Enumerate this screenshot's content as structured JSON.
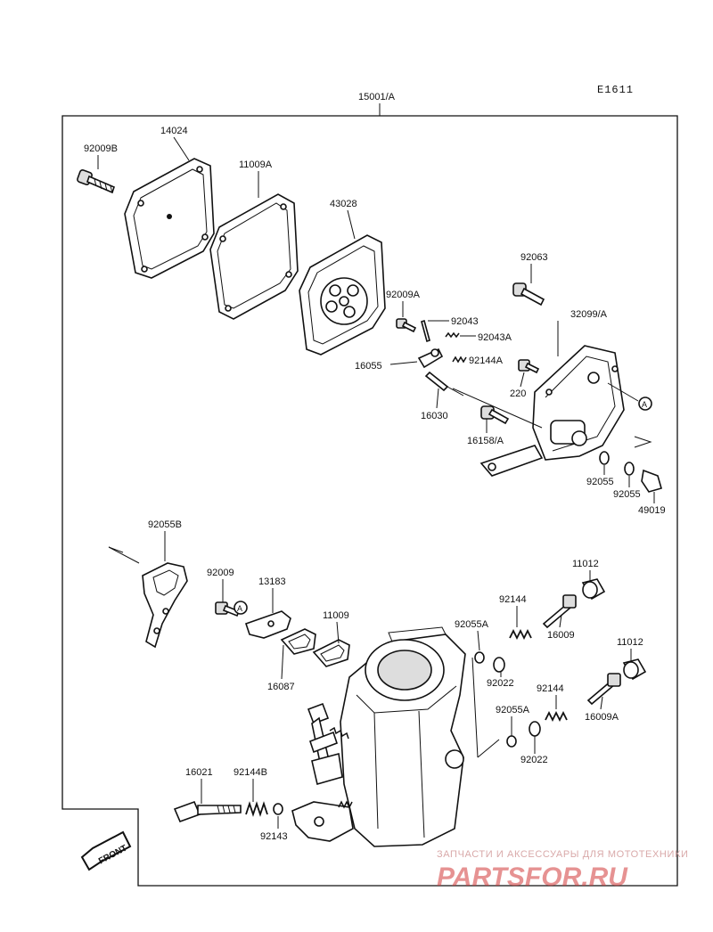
{
  "diagram_code": "E1611",
  "assembly_label": "15001/A",
  "callouts": {
    "p92009B": "92009B",
    "p14024": "14024",
    "p11009A": "11009A",
    "p43028": "43028",
    "p92009A": "92009A",
    "p92043": "92043",
    "p92043A": "92043A",
    "p16055": "16055",
    "p92144A": "92144A",
    "p16030": "16030",
    "p92063": "92063",
    "p32099A": "32099/A",
    "p220": "220",
    "p16158A": "16158/A",
    "p92055_1": "92055",
    "p92055_2": "92055",
    "p49019": "49019",
    "p92055B": "92055B",
    "p92009": "92009",
    "p13183": "13183",
    "p11009": "11009",
    "p16087": "16087",
    "p92055A_1": "92055A",
    "p92144_1": "92144",
    "p92022_1": "92022",
    "p11012_1": "11012",
    "p16009": "16009",
    "p11012_2": "11012",
    "p92144_2": "92144",
    "p16009A": "16009A",
    "p92055A_2": "92055A",
    "p92022_2": "92022",
    "p16021": "16021",
    "p92144B": "92144B",
    "p92143": "92143"
  },
  "reference_marker": "A",
  "front_label": "FRONT",
  "watermark": {
    "tagline": "ЗАПЧАСТИ И АКСЕССУАРЫ ДЛЯ МОТОТЕХНИКИ",
    "brand": "PARTSFOR.RU"
  }
}
